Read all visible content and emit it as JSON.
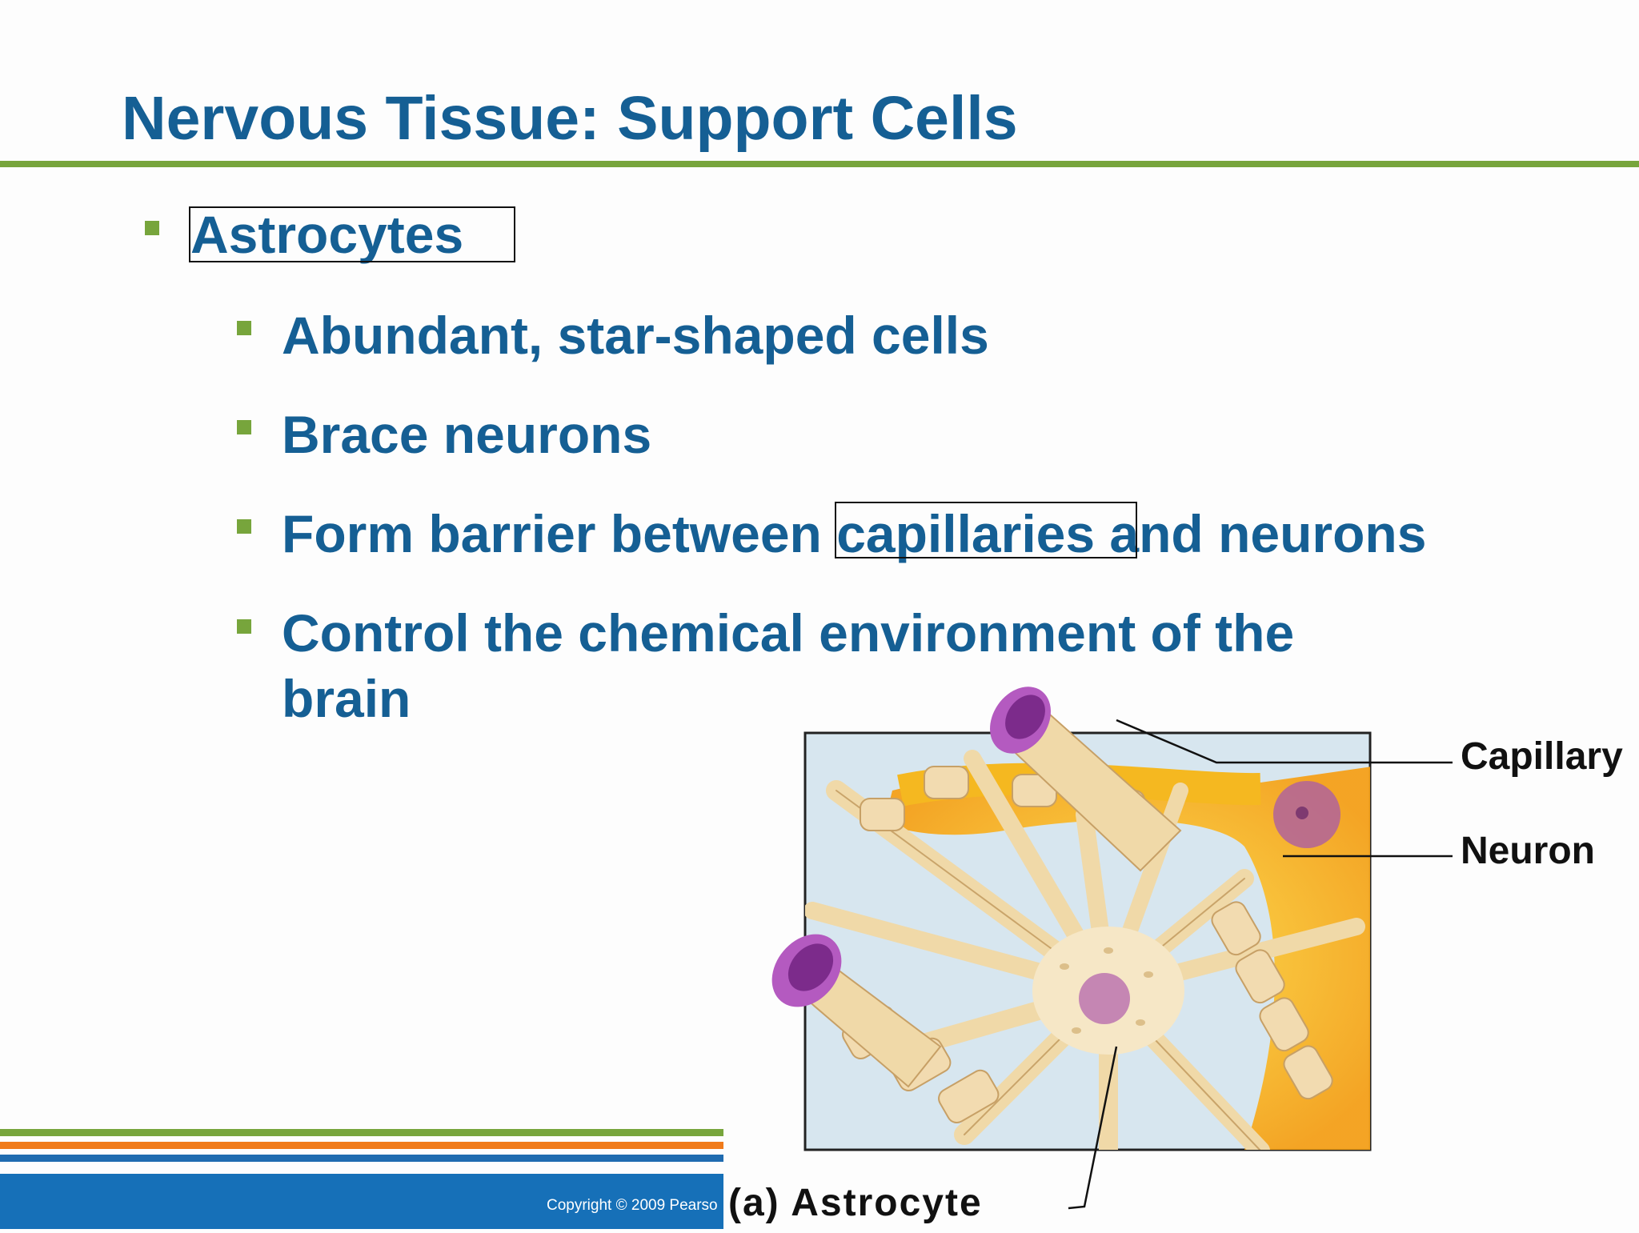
{
  "slide": {
    "title": "Nervous Tissue: Support Cells",
    "bullets": [
      {
        "text": "Astrocytes"
      },
      {
        "text": "Abundant, star-shaped cells"
      },
      {
        "text": "Brace neurons"
      },
      {
        "text": "Form barrier between capillaries and neurons"
      },
      {
        "text": "Control the chemical environment of the brain"
      }
    ]
  },
  "figure": {
    "label_capillary": "Capillary",
    "label_neuron": "Neuron",
    "caption": "(a) Astrocyte"
  },
  "footer": {
    "copyright": "Copyright © 2009 Pearso"
  },
  "colors": {
    "title_blue": "#155f94",
    "accent_green": "#77a53c",
    "accent_orange": "#f07b1a",
    "footer_blue": "#1670b8"
  }
}
